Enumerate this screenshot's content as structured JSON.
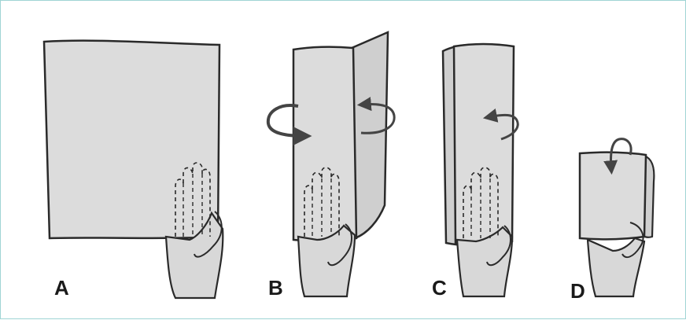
{
  "steps": [
    {
      "id": "A",
      "label": "A"
    },
    {
      "id": "B",
      "label": "B"
    },
    {
      "id": "C",
      "label": "C"
    },
    {
      "id": "D",
      "label": "D"
    }
  ],
  "colors": {
    "frame_border": "#9fd4d4",
    "paper_fill": "#dcdcdc",
    "paper_fill_dark": "#cfcfcf",
    "outline": "#2a2a2a",
    "arrow": "#444444",
    "hand_fill": "#d8d8d8"
  }
}
